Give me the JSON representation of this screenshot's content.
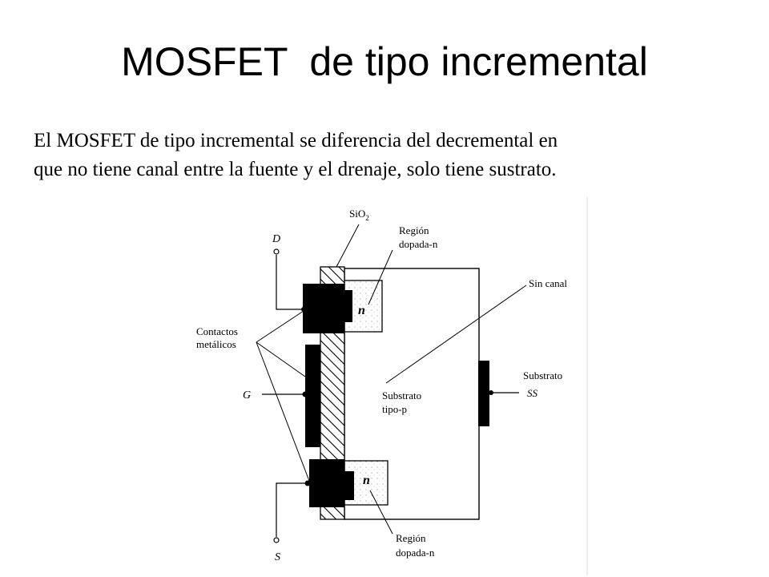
{
  "slide": {
    "title": "MOSFET  de tipo incremental",
    "body_line1": "El MOSFET de tipo incremental se diferencia del decremental en",
    "body_line2": "que no tiene canal entre la fuente y el drenaje, solo tiene sustrato."
  },
  "diagram": {
    "oxide_label": "SiO",
    "oxide_subscript": "2",
    "n_region_top_line1": "Región",
    "n_region_top_line2": "dopada-n",
    "no_channel": "Sin canal",
    "metal_contacts_line1": "Contactos",
    "metal_contacts_line2": "metálicos",
    "terminal_drain": "D",
    "terminal_gate": "G",
    "terminal_source": "S",
    "substrate_terminal_label": "Substrato",
    "substrate_terminal": "SS",
    "substrate_type_line1": "Substrato",
    "substrate_type_line2": "tipo-p",
    "n_mark_top": "n",
    "n_mark_bottom": "n",
    "n_region_bottom_line1": "Región",
    "n_region_bottom_line2": "dopada-n"
  }
}
